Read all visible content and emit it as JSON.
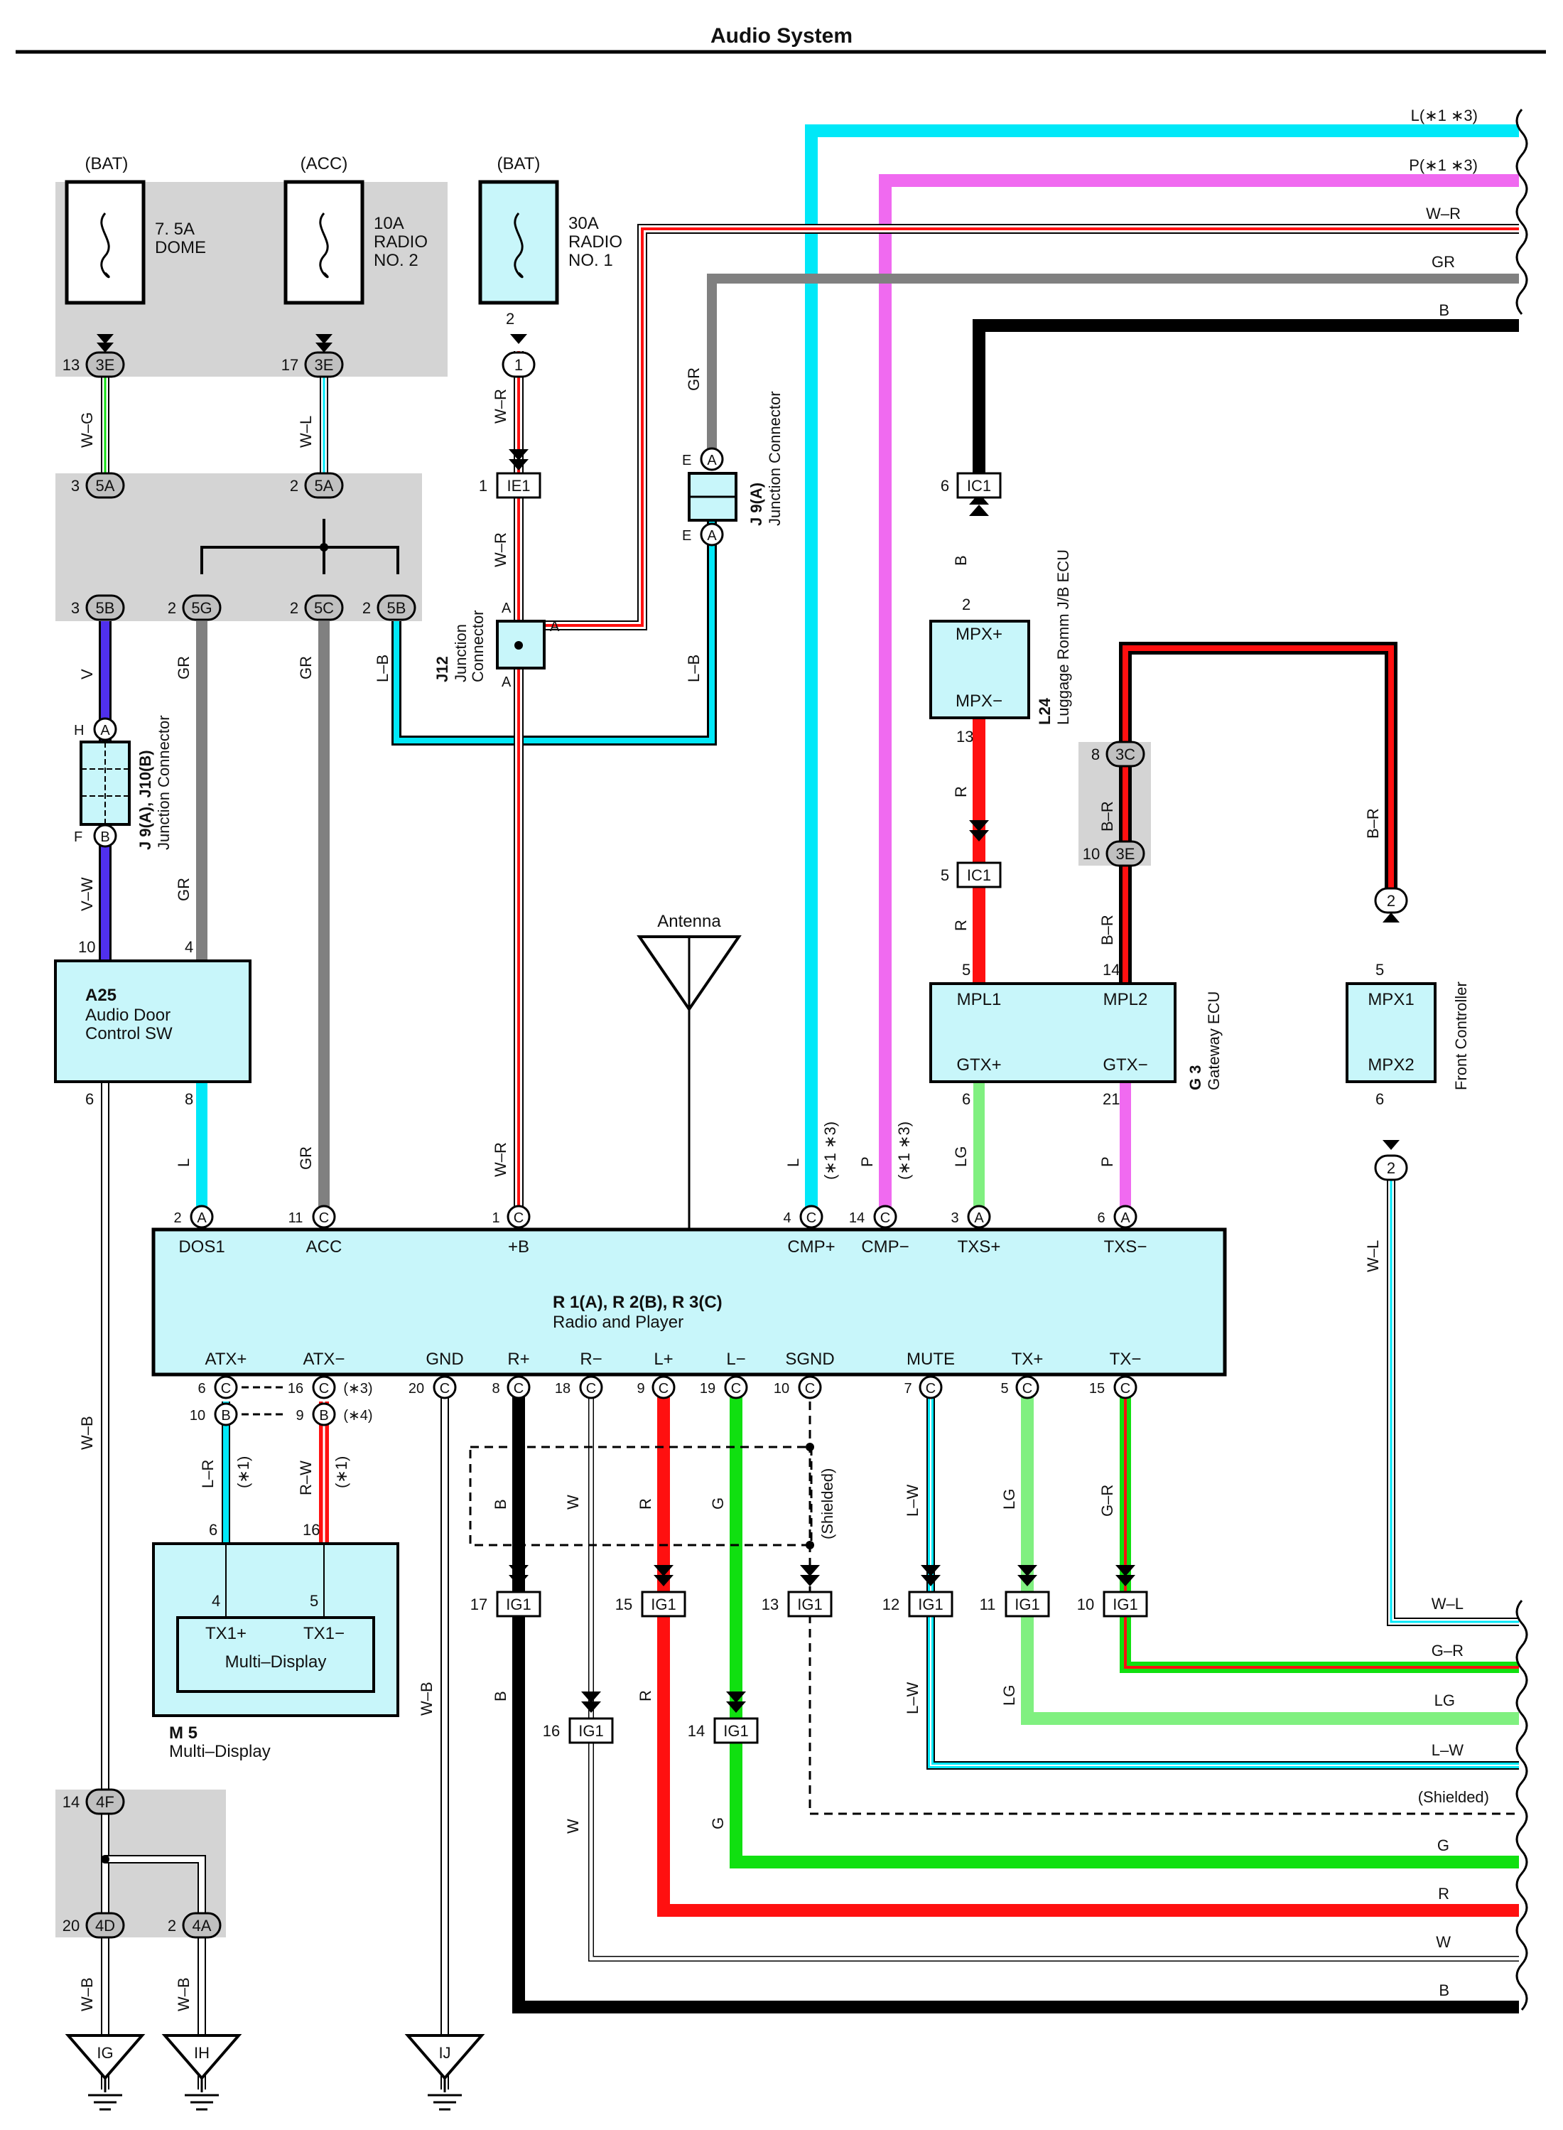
{
  "page_title": "Audio System",
  "colors": {
    "cyan": "#00e8f8",
    "magenta": "#f06af0",
    "red": "#ff1010",
    "green": "#10e010",
    "light_green": "#80f080",
    "gray": "#808080",
    "black": "#000000",
    "blue": "#5030ee",
    "component_fill": "#c8f6fa",
    "junction_shade": "#d4d4d4"
  },
  "fuses": {
    "dome": {
      "source": "(BAT)",
      "label": "7. 5A\nDOME"
    },
    "radio2": {
      "source": "(ACC)",
      "label": "10A\nRADIO\nNO. 2"
    },
    "radio1": {
      "source": "(BAT)",
      "label": "30A\nRADIO\nNO. 1",
      "pin": "2"
    }
  },
  "components": {
    "radio": {
      "id": "R 1(A), R 2(B), R 3(C)",
      "name": "Radio and Player",
      "top_pins": [
        "DOS1",
        "ACC",
        "+B",
        "CMP+",
        "CMP−",
        "TXS+",
        "TXS−"
      ],
      "bottom_pins": [
        "ATX+",
        "ATX−",
        "GND",
        "R+",
        "R−",
        "L+",
        "L−",
        "SGND",
        "MUTE",
        "TX+",
        "TX−"
      ]
    },
    "a25": {
      "id": "A25",
      "name": "Audio Door\nControl SW"
    },
    "l24": {
      "id": "L24",
      "name": "Luggage Romm J/B ECU",
      "pins": [
        "MPX+",
        "MPX−"
      ]
    },
    "g3": {
      "id": "G 3",
      "name": "Gateway ECU",
      "pins": [
        "MPL1",
        "MPL2",
        "GTX+",
        "GTX−"
      ]
    },
    "front": {
      "name": "Front Controller",
      "pins": [
        "MPX1",
        "MPX2"
      ]
    },
    "m5": {
      "id": "M 5",
      "name": "Multi–Display",
      "inner_title": "Multi–Display",
      "pins": [
        "TX1+",
        "TX1−"
      ]
    },
    "antenna": {
      "label": "Antenna"
    }
  },
  "junction_connectors": {
    "j9a": {
      "id": "J 9(A)",
      "name": "Junction Connector"
    },
    "j9_j10": {
      "id": "J 9(A), J10(B)",
      "name": "Junction Connector"
    },
    "j12": {
      "id": "J12",
      "name": "Junction\nConnector"
    }
  },
  "right_edge_wires_top": [
    "L(∗1 ∗3)",
    "P(∗1 ∗3)",
    "W–R",
    "GR",
    "B"
  ],
  "right_edge_wires_bottom": [
    "W–L",
    "G–R",
    "LG",
    "L–W",
    "(Shielded)",
    "G",
    "R",
    "W",
    "B"
  ],
  "grounds": [
    "IG",
    "IH",
    "IJ"
  ],
  "notes": [
    "(∗1)",
    "(∗3)",
    "(∗4)",
    "(Shielded)"
  ]
}
